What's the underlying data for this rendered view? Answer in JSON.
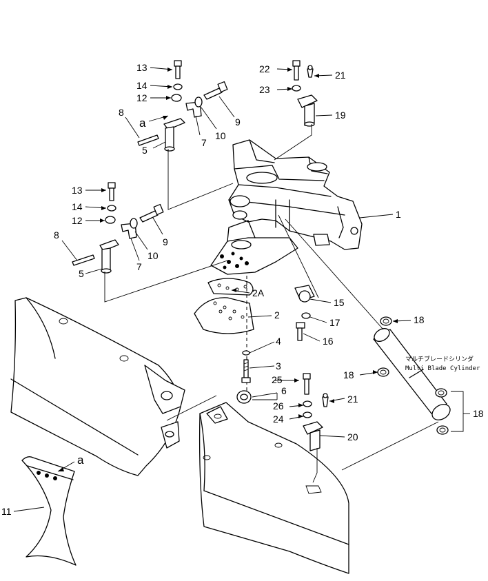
{
  "callouts": {
    "c13a": "13",
    "c14a": "14",
    "c12a": "12",
    "c8a": "8",
    "ca1": "a",
    "c5a": "5",
    "c7a": "7",
    "c10a": "10",
    "c9a": "9",
    "c22": "22",
    "c21a": "21",
    "c23": "23",
    "c19": "19",
    "c13b": "13",
    "c14b": "14",
    "c12b": "12",
    "c9b": "9",
    "c8b": "8",
    "c10b": "10",
    "c7b": "7",
    "c5b": "5",
    "c1": "1",
    "c2A": "2A",
    "c2": "2",
    "c15": "15",
    "c17": "17",
    "c16": "16",
    "c18a": "18",
    "c4": "4",
    "c3": "3",
    "c25": "25",
    "c6": "6",
    "c21b": "21",
    "c26": "26",
    "c24": "24",
    "c20": "20",
    "c18b": "18",
    "c18c": "18",
    "ca2": "a",
    "c11": "11"
  },
  "cylinder_note": {
    "jp": "マルチブレードシリンダ",
    "en": "Multi Blade Cylinder"
  }
}
